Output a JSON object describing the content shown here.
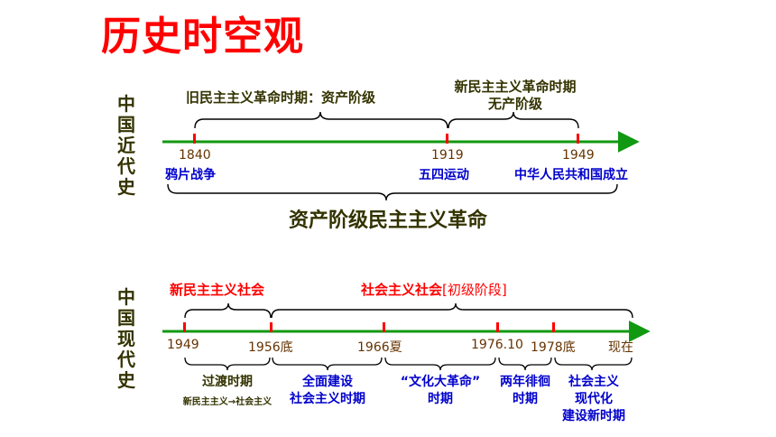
{
  "title": "历史时空观",
  "modern": {
    "side_label": "中国近代史",
    "periods": [
      {
        "label": "旧民主主义革命时期：资产阶级"
      },
      {
        "label_line1": "新民主主义革命时期",
        "label_line2": "无产阶级"
      }
    ],
    "years": [
      "1840",
      "1919",
      "1949"
    ],
    "events": [
      "鸦片战争",
      "五四运动",
      "中华人民共和国成立"
    ],
    "summary": "资产阶级民主主义革命"
  },
  "contemporary": {
    "side_label": "中国现代史",
    "eras": [
      {
        "label": "新民主主义社会"
      },
      {
        "label": "社会主义社会",
        "suffix": "[初级阶段]"
      }
    ],
    "years": [
      "1949",
      "1956底",
      "1966夏",
      "1976.10",
      "1978底",
      "现在"
    ],
    "stages": [
      {
        "line1": "过渡时期",
        "line2": "新民主主义→社会主义"
      },
      {
        "line1": "全面建设",
        "line2": "社会主义时期"
      },
      {
        "line1": "“文化大革命”",
        "line2": "时期"
      },
      {
        "line1": "两年徘徊",
        "line2": "时期"
      },
      {
        "line1": "社会主义",
        "line2": "现代化",
        "line3": "建设新时期"
      }
    ]
  },
  "colors": {
    "title": "#ff0000",
    "axis": "#119911",
    "tick": "#ff0000",
    "event": "#0000cc",
    "label": "#333300"
  }
}
